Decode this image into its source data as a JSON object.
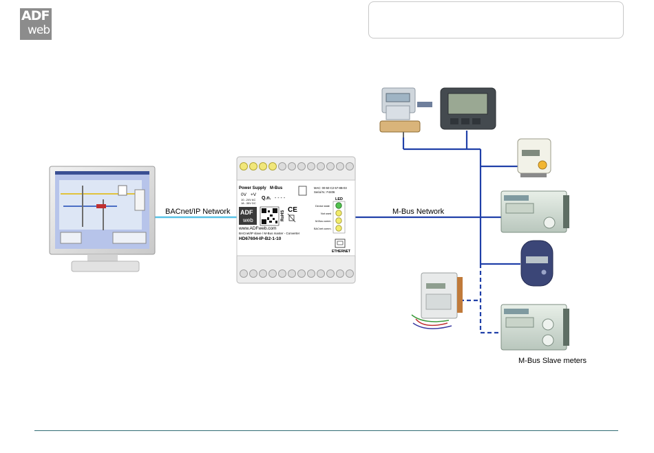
{
  "logo": {
    "line1": "ADF",
    "line2": "web"
  },
  "title_box": {
    "text": ""
  },
  "diagram": {
    "left_link_label": "BACnet/IP Network",
    "right_link_label": "M-Bus Network",
    "slaves_caption": "M-Bus Slave meters",
    "colors": {
      "bacnet_link": "#57c1e6",
      "mbus_link": "#1f3fa8",
      "footer_rule": "#2e6b73"
    },
    "device": {
      "power_supply": "Power Supply",
      "mbus": "M-Bus",
      "zero_v": "0V",
      "plus_v": "+V",
      "ac_range": "10...24V AC",
      "dc_range": "18...35V DC",
      "qn": "Q.n.",
      "qn_value": "- - - -",
      "mac": "MAC: 00-50-C2-57-8B-03",
      "serial": "Serial N.: F4406",
      "led_title": "LED",
      "led1": "Device state",
      "led2": "Not used",
      "led3": "M-Bus comm.",
      "led4": "BACnet comm.",
      "url": "www.ADFweb.com",
      "description": "BACnet/IP slave / M-Bus master - Converter",
      "part_number": "HD67694-IP-B2-1-10",
      "ethernet": "ETHERNET",
      "brand_top": "ADF",
      "brand_bottom": "web",
      "ce": "CE",
      "rohs": "RoHS"
    }
  }
}
